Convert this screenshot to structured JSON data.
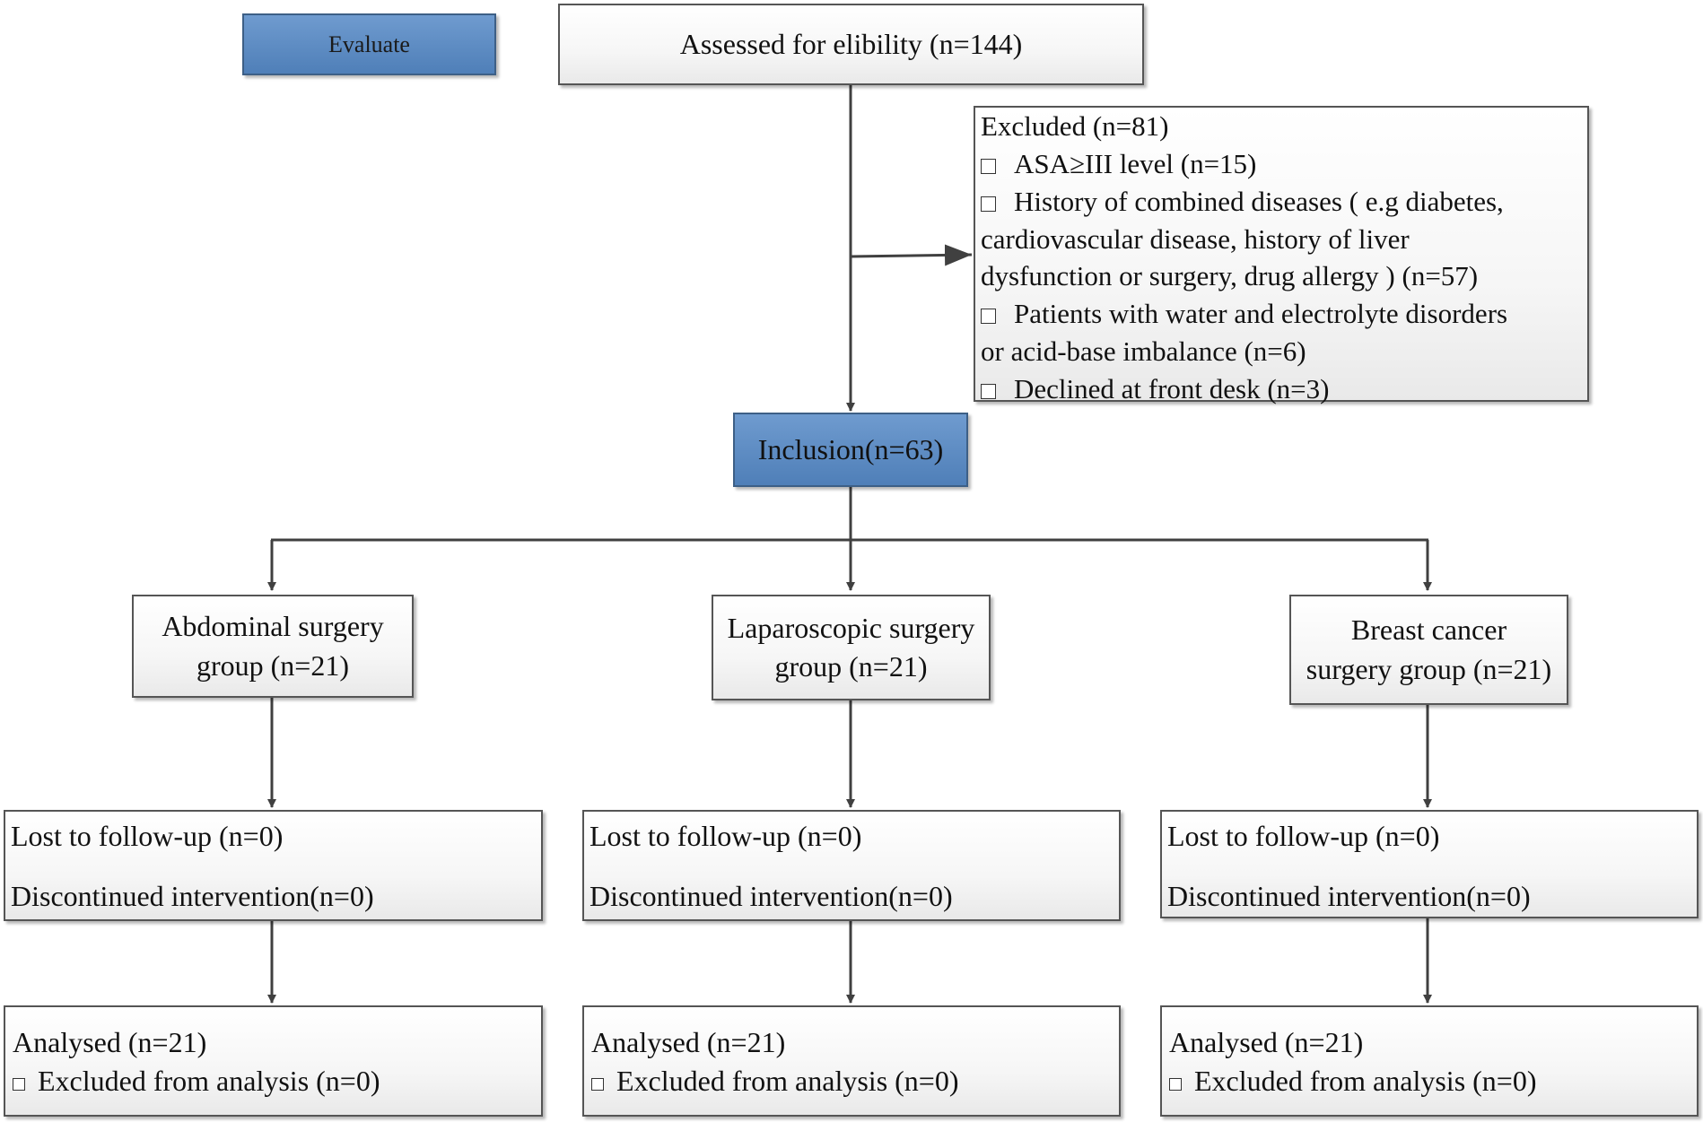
{
  "evaluate_label": "Evaluate",
  "assessed": "Assessed for elibility (n=144)",
  "excluded": {
    "title": "Excluded (n=81)",
    "items": [
      [
        "ASA≥III level (n=15)"
      ],
      [
        "History of combined diseases ( e.g diabetes,",
        "cardiovascular disease, history of liver",
        "dysfunction or surgery, drug allergy ) (n=57)"
      ],
      [
        "Patients with water and electrolyte disorders",
        "or acid-base imbalance (n=6)"
      ],
      [
        "Declined at front desk (n=3)"
      ]
    ]
  },
  "inclusion": "Inclusion(n=63)",
  "groups": [
    {
      "line1": "Abdominal surgery",
      "line2": "group (n=21)"
    },
    {
      "line1": "Laparoscopic surgery",
      "line2": "group (n=21)"
    },
    {
      "line1": "Breast cancer",
      "line2": "surgery group (n=21)"
    }
  ],
  "followup": {
    "lost": "Lost to follow-up (n=0)",
    "discontinued": "Discontinued intervention(n=0)"
  },
  "analysed": {
    "title": "Analysed  (n=21)",
    "excluded": "Excluded from analysis (n=0)"
  },
  "colors": {
    "accent_fill": "#5b8bc3",
    "border": "#555555",
    "arrow": "#404040"
  }
}
